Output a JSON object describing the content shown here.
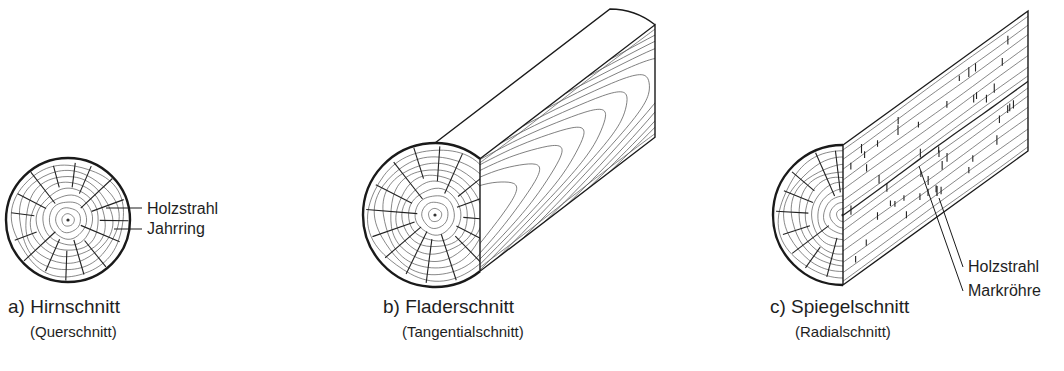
{
  "diagram": {
    "labels": [
      "Holzstrahl",
      "Jahrring",
      "a) Hirnschnitt",
      "(Querschnitt)",
      "b) Fladerschnitt",
      "(Tangentialschnitt)",
      "c) Spiegelschnitt",
      "(Radialschnitt)",
      "Holzstrahl",
      "Markröhre"
    ]
  }
}
